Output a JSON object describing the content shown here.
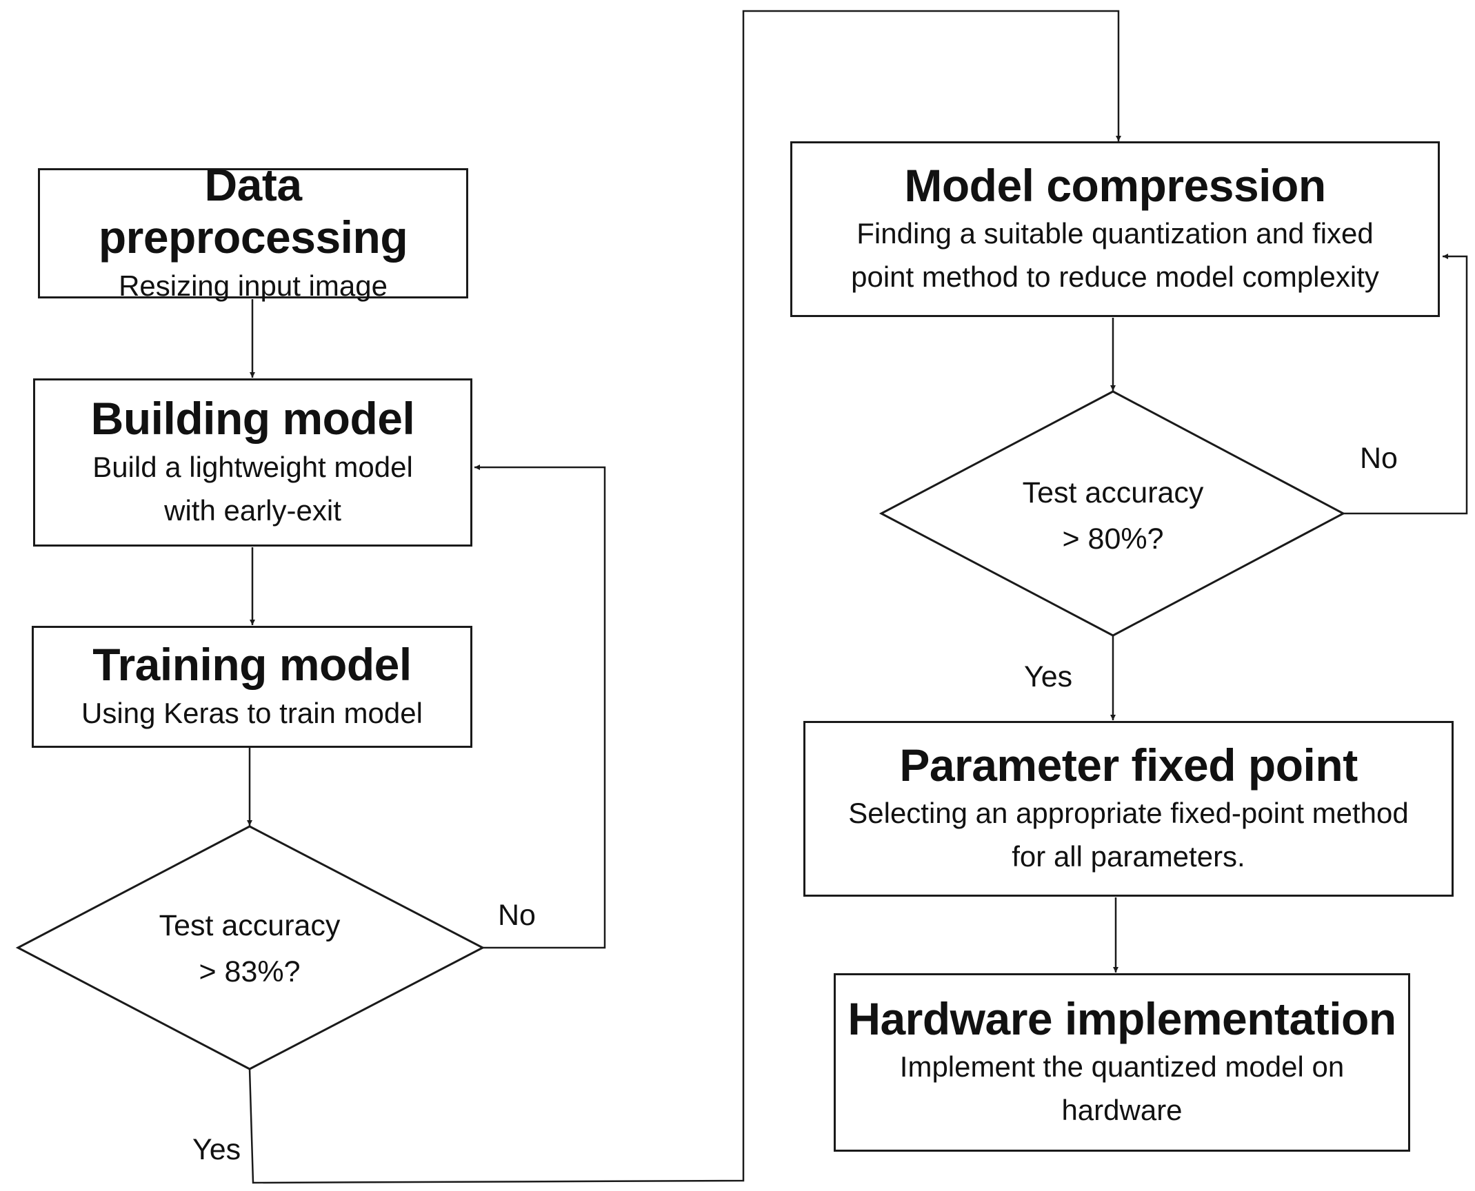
{
  "steps": {
    "data_preprocessing": {
      "title": "Data preprocessing",
      "desc": "Resizing input image"
    },
    "building_model": {
      "title": "Building model",
      "desc_line1": "Build a lightweight model",
      "desc_line2": "with early-exit"
    },
    "training_model": {
      "title": "Training model",
      "desc": "Using Keras to train model"
    },
    "model_compression": {
      "title": "Model compression",
      "desc_line1": "Finding a suitable quantization and fixed",
      "desc_line2": "point method to reduce model complexity"
    },
    "parameter_fixed_point": {
      "title": "Parameter fixed point",
      "desc_line1": "Selecting an appropriate fixed-point method",
      "desc_line2": "for all parameters."
    },
    "hardware_implementation": {
      "title": "Hardware implementation",
      "desc_line1": "Implement the quantized model on",
      "desc_line2": "hardware"
    }
  },
  "decisions": {
    "accuracy_83": {
      "line1": "Test accuracy",
      "line2": "> 83%?"
    },
    "accuracy_80": {
      "line1": "Test accuracy",
      "line2": "> 80%?"
    }
  },
  "labels": {
    "yes": "Yes",
    "no": "No"
  }
}
